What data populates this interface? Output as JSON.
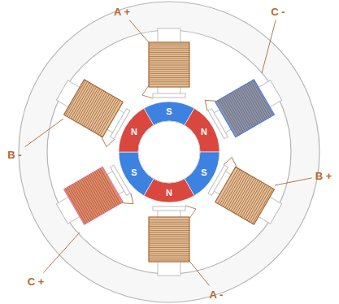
{
  "diagram": {
    "labels": [
      "A +",
      "C -",
      "B -",
      "B +",
      "C +",
      "A -",
      "S",
      "N",
      "N",
      "S",
      "S",
      "N"
    ]
  }
}
